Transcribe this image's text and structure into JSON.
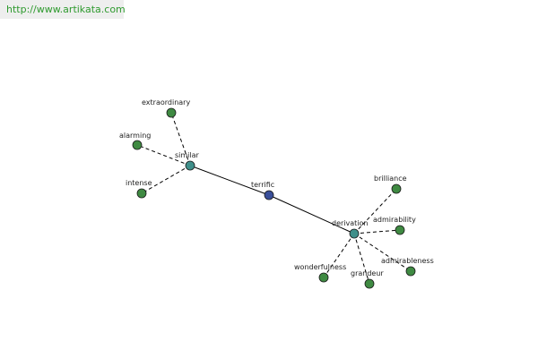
{
  "source_link": "http://www.artikata.com",
  "colors": {
    "center_node": "#3a4f9a",
    "hub_node": "#3f8f8a",
    "leaf_node": "#3f8a42",
    "edge": "#000000",
    "link_bg": "#eeeeee",
    "link_text": "#2e9a2e"
  },
  "graph": {
    "center": {
      "id": "terrific",
      "label": "terrific"
    },
    "hubs": [
      {
        "id": "similar",
        "label": "similar"
      },
      {
        "id": "derivation",
        "label": "derivation"
      }
    ],
    "leaves": [
      {
        "id": "extraordinary",
        "label": "extraordinary",
        "hub": "similar"
      },
      {
        "id": "alarming",
        "label": "alarming",
        "hub": "similar"
      },
      {
        "id": "intense",
        "label": "intense",
        "hub": "similar"
      },
      {
        "id": "brilliance",
        "label": "brilliance",
        "hub": "derivation"
      },
      {
        "id": "admirability",
        "label": "admirability",
        "hub": "derivation"
      },
      {
        "id": "admirableness",
        "label": "admirableness",
        "hub": "derivation"
      },
      {
        "id": "wonderfulness",
        "label": "wonderfulness",
        "hub": "derivation"
      },
      {
        "id": "grandeur",
        "label": "grandeur",
        "hub": "derivation"
      }
    ]
  }
}
